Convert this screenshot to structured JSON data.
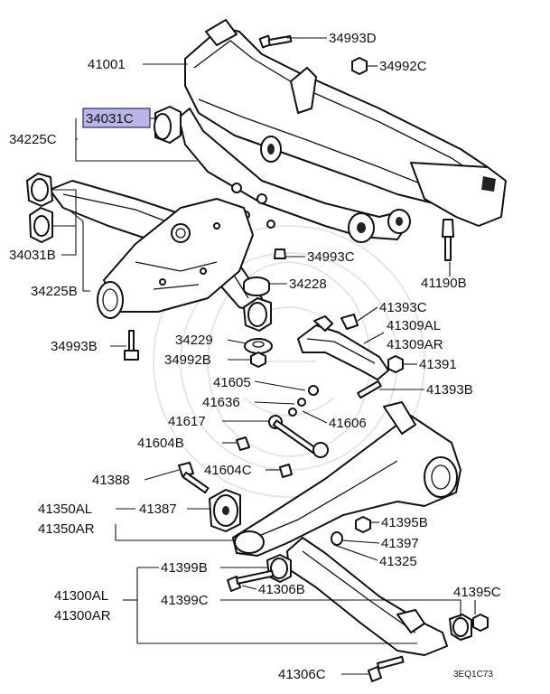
{
  "highlight_part": "34031C",
  "labels": {
    "p34993D": "34993D",
    "p41001": "41001",
    "p34992C": "34992C",
    "p34031C": "34031C",
    "p34225C": "34225C",
    "p34031B": "34031B",
    "p34225B": "34225B",
    "p34993C": "34993C",
    "p41190B": "41190B",
    "p34228": "34228",
    "p41393C": "41393C",
    "p41309AL": "41309AL",
    "p41309AR": "41309AR",
    "p34993B": "34993B",
    "p34229": "34229",
    "p34992B": "34992B",
    "p41391": "41391",
    "p41605": "41605",
    "p41636": "41636",
    "p41393B": "41393B",
    "p41617": "41617",
    "p41606": "41606",
    "p41604B": "41604B",
    "p41388": "41388",
    "p41604C": "41604C",
    "p41350AL": "41350AL",
    "p41350AR": "41350AR",
    "p41387": "41387",
    "p41395B": "41395B",
    "p41397": "41397",
    "p41325": "41325",
    "p41399B": "41399B",
    "p41300AL": "41300AL",
    "p41300AR": "41300AR",
    "p41306B": "41306B",
    "p41399C": "41399C",
    "p41395C": "41395C",
    "p41306C": "41306C"
  },
  "diagram_code": "3EQ1C73",
  "icons": {
    "watermark": "emblem-watermark-icon"
  }
}
